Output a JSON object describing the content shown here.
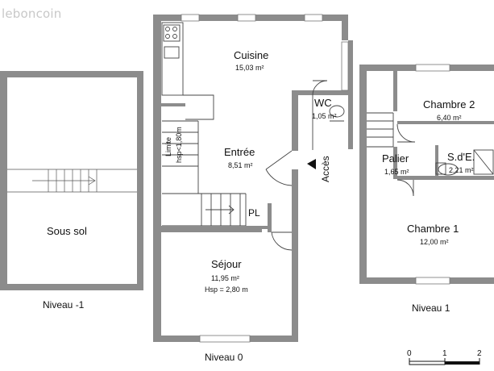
{
  "watermark": "leboncoin",
  "levels": {
    "basement": "Niveau -1",
    "ground": "Niveau 0",
    "first": "Niveau 1"
  },
  "rooms": {
    "sous_sol": {
      "name": "Sous sol"
    },
    "cuisine": {
      "name": "Cuisine",
      "area": "15,03 m²"
    },
    "wc": {
      "name": "WC",
      "area": "1,05 m²"
    },
    "entree": {
      "name": "Entrée",
      "area": "8,51 m²"
    },
    "limite": {
      "line1": "Limite",
      "line2": "hsp<1,80m"
    },
    "pl": {
      "name": "PL"
    },
    "acces": {
      "name": "Accès"
    },
    "sejour": {
      "name": "Séjour",
      "area": "11,95 m²",
      "height": "Hsp = 2,80 m"
    },
    "chambre2": {
      "name": "Chambre 2",
      "area": "6,40 m²"
    },
    "palier": {
      "name": "Palier",
      "area": "1,65 m²"
    },
    "sde": {
      "name": "S.d'E.",
      "area": "2,21 m²"
    },
    "chambre1": {
      "name": "Chambre 1",
      "area": "12,00 m²"
    }
  },
  "scale": {
    "ticks": [
      "0",
      "1",
      "2"
    ]
  },
  "colors": {
    "wall": "#8c8c8c",
    "window": "#ffffff",
    "line": "#333333"
  }
}
